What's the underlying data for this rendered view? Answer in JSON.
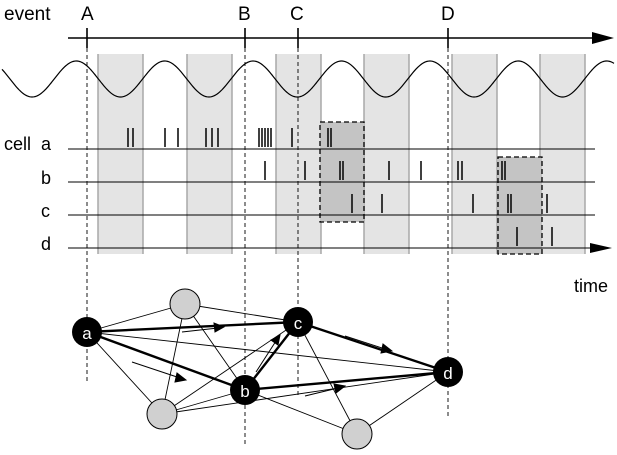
{
  "event_axis": {
    "label": "event",
    "events": [
      {
        "id": "A",
        "label": "A"
      },
      {
        "id": "B",
        "label": "B"
      },
      {
        "id": "C",
        "label": "C"
      },
      {
        "id": "D",
        "label": "D"
      }
    ]
  },
  "raster": {
    "cell_label": "cell",
    "cells": [
      {
        "id": "a",
        "label": "a"
      },
      {
        "id": "b",
        "label": "b"
      },
      {
        "id": "c",
        "label": "c"
      },
      {
        "id": "d",
        "label": "d"
      }
    ],
    "time_label": "time"
  },
  "network": {
    "labeled_nodes": [
      {
        "id": "a",
        "label": "a"
      },
      {
        "id": "b",
        "label": "b"
      },
      {
        "id": "c",
        "label": "c"
      },
      {
        "id": "d",
        "label": "d"
      }
    ],
    "unlabeled_node_count": 3
  },
  "colors": {
    "phase_band": "#e4e4e4",
    "assembly_box": "#c4c4c4",
    "node_active": "#000000",
    "node_inactive": "#d0d0d0",
    "line": "#000000"
  }
}
